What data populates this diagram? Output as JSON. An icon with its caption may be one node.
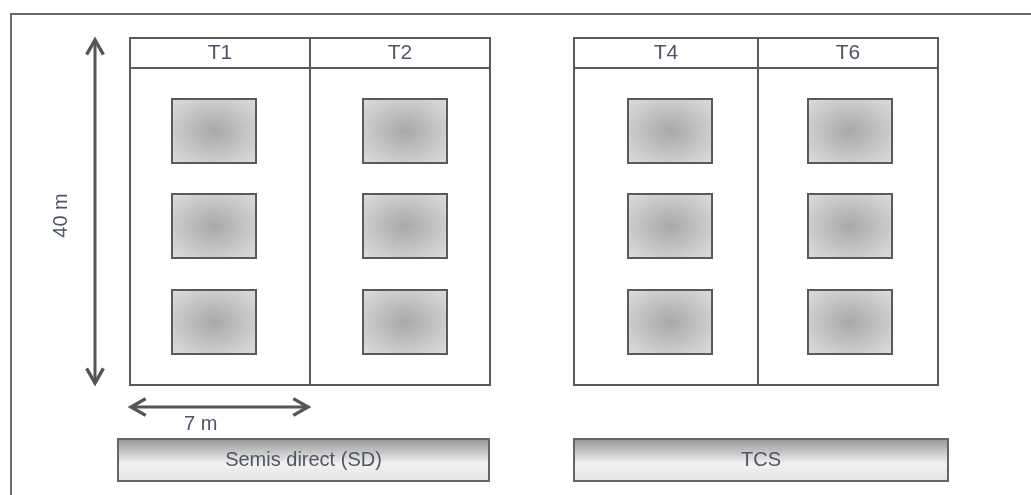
{
  "diagram": {
    "nodes": [
      {
        "text": [
          "T1"
        ]
      },
      {
        "text": [],
        "shape": "box",
        "in": 0
      },
      {
        "text": [],
        "shape": "box",
        "in": 0
      },
      {
        "text": [],
        "shape": "box",
        "in": 0
      },
      {
        "text": [
          "T2"
        ]
      },
      {
        "text": [],
        "shape": "box",
        "in": 4
      },
      {
        "text": [],
        "shape": "box",
        "in": 4
      },
      {
        "text": [],
        "shape": "box",
        "in": 4
      },
      {
        "text": [
          "T4"
        ]
      },
      {
        "text": [],
        "shape": "box",
        "in": 8
      },
      {
        "text": [],
        "shape": "box",
        "in": 8
      },
      {
        "text": [],
        "shape": "box",
        "in": 8
      },
      {
        "text": [
          "T6"
        ]
      },
      {
        "text": [],
        "shape": "box",
        "in": 12
      },
      {
        "text": [],
        "shape": "box",
        "in": 12
      },
      {
        "text": [],
        "shape": "box",
        "in": 12
      },
      {
        "text": [
          "Semis direct (SD)"
        ]
      },
      {
        "text": [
          "TCS"
        ]
      }
    ],
    "labels": [
      "40 m",
      "7 m"
    ]
  }
}
